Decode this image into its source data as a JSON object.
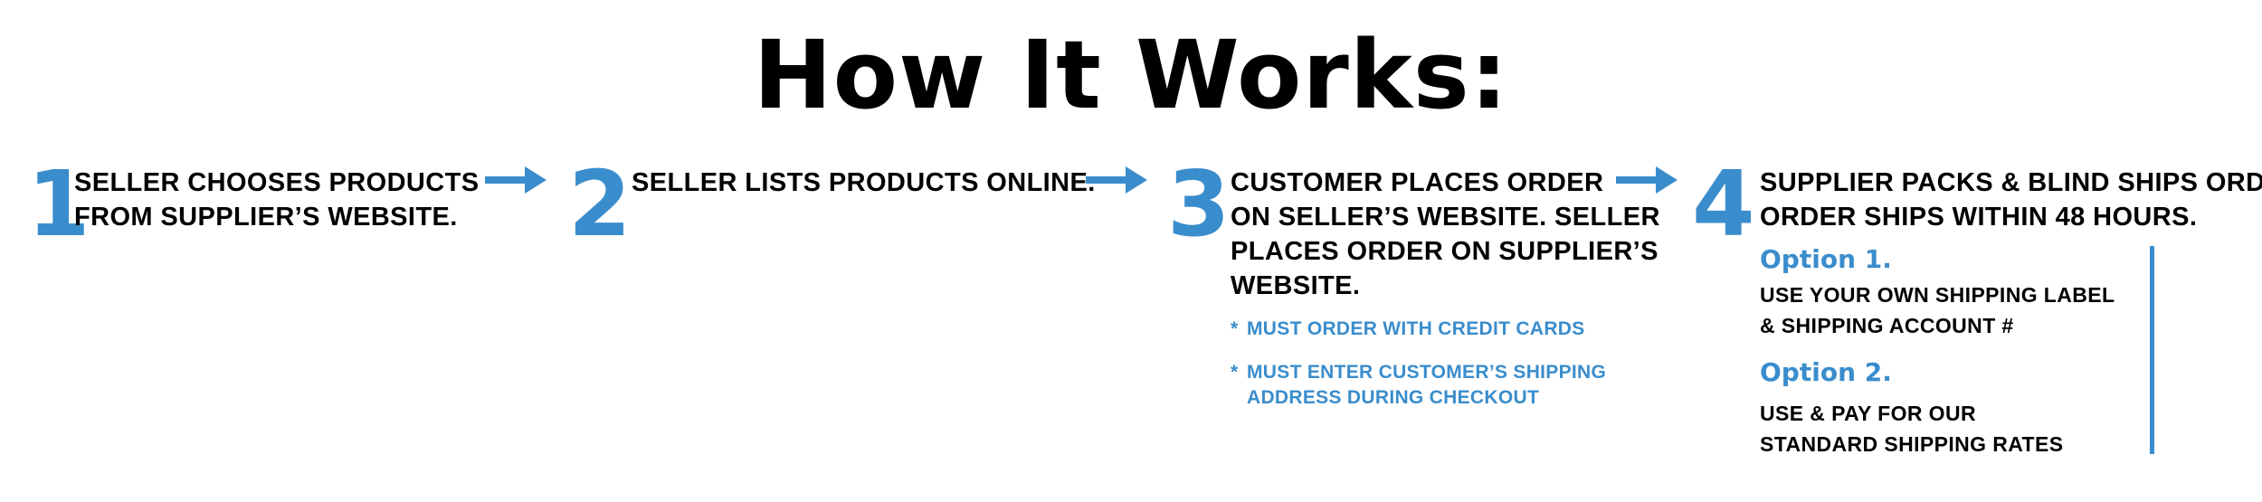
{
  "title": "How It Works:",
  "accent_color": "#3a8dcc",
  "steps": [
    {
      "number": "1",
      "lines": [
        "SELLER CHOOSES PRODUCTS",
        "FROM SUPPLIER’S WEBSITE."
      ]
    },
    {
      "number": "2",
      "lines": [
        "SELLER LISTS PRODUCTS ONLINE."
      ]
    },
    {
      "number": "3",
      "lines": [
        "CUSTOMER PLACES ORDER",
        "ON SELLER’S WEBSITE. SELLER",
        "PLACES ORDER ON SUPPLIER’S",
        "WEBSITE."
      ],
      "notes": [
        {
          "star": "*",
          "lines": [
            "MUST ORDER WITH CREDIT CARDS"
          ]
        },
        {
          "star": "*",
          "lines": [
            "MUST ENTER CUSTOMER’S SHIPPING",
            "ADDRESS  DURING CHECKOUT"
          ]
        }
      ]
    },
    {
      "number": "4",
      "lines": [
        "SUPPLIER PACKS & BLIND SHIPS ORDER.",
        "ORDER SHIPS WITHIN 48 HOURS."
      ],
      "options": [
        {
          "heading": "Option 1.",
          "lines": [
            "USE YOUR OWN SHIPPING LABEL",
            "& SHIPPING ACCOUNT #"
          ]
        },
        {
          "heading": "Option 2.",
          "lines": [
            "USE & PAY FOR OUR",
            "STANDARD SHIPPING RATES"
          ]
        }
      ]
    }
  ],
  "arrow_icon": "right-arrow-icon"
}
